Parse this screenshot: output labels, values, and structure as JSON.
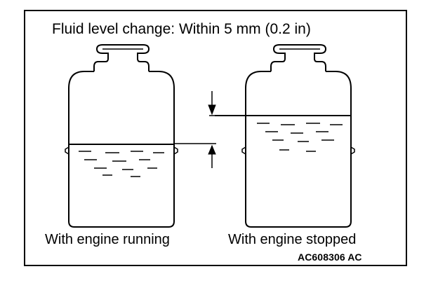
{
  "caption": "Fluid level change: Within 5 mm (0.2 in)",
  "labels": {
    "engine_running": "With engine running",
    "engine_stopped": "With engine stopped"
  },
  "figure_code": "AC608306 AC",
  "colors": {
    "ink": "#000000",
    "paper": "#ffffff"
  }
}
